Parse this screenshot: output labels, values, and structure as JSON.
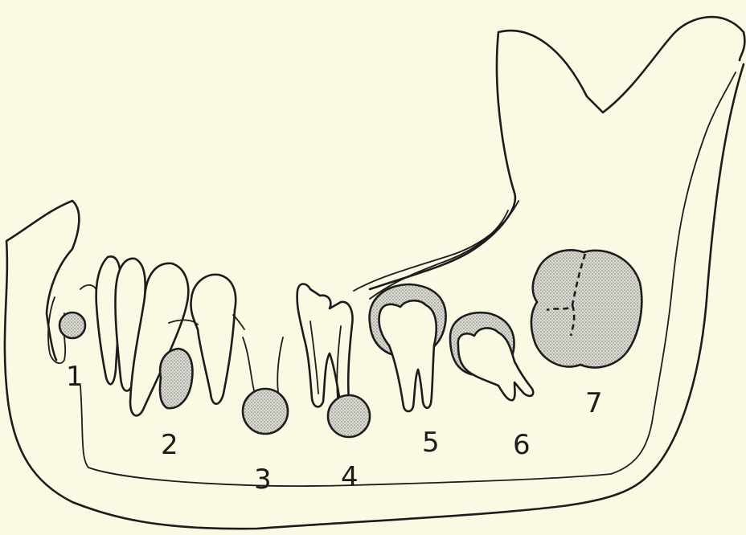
{
  "labels": {
    "l1": "1",
    "l2": "2",
    "l3": "3",
    "l4": "4",
    "l5": "5",
    "l6": "6",
    "l7": "7"
  },
  "colors": {
    "background": "#fbf8e3",
    "ink": "#1c1c1c",
    "stipple": "#8a8a8a"
  }
}
